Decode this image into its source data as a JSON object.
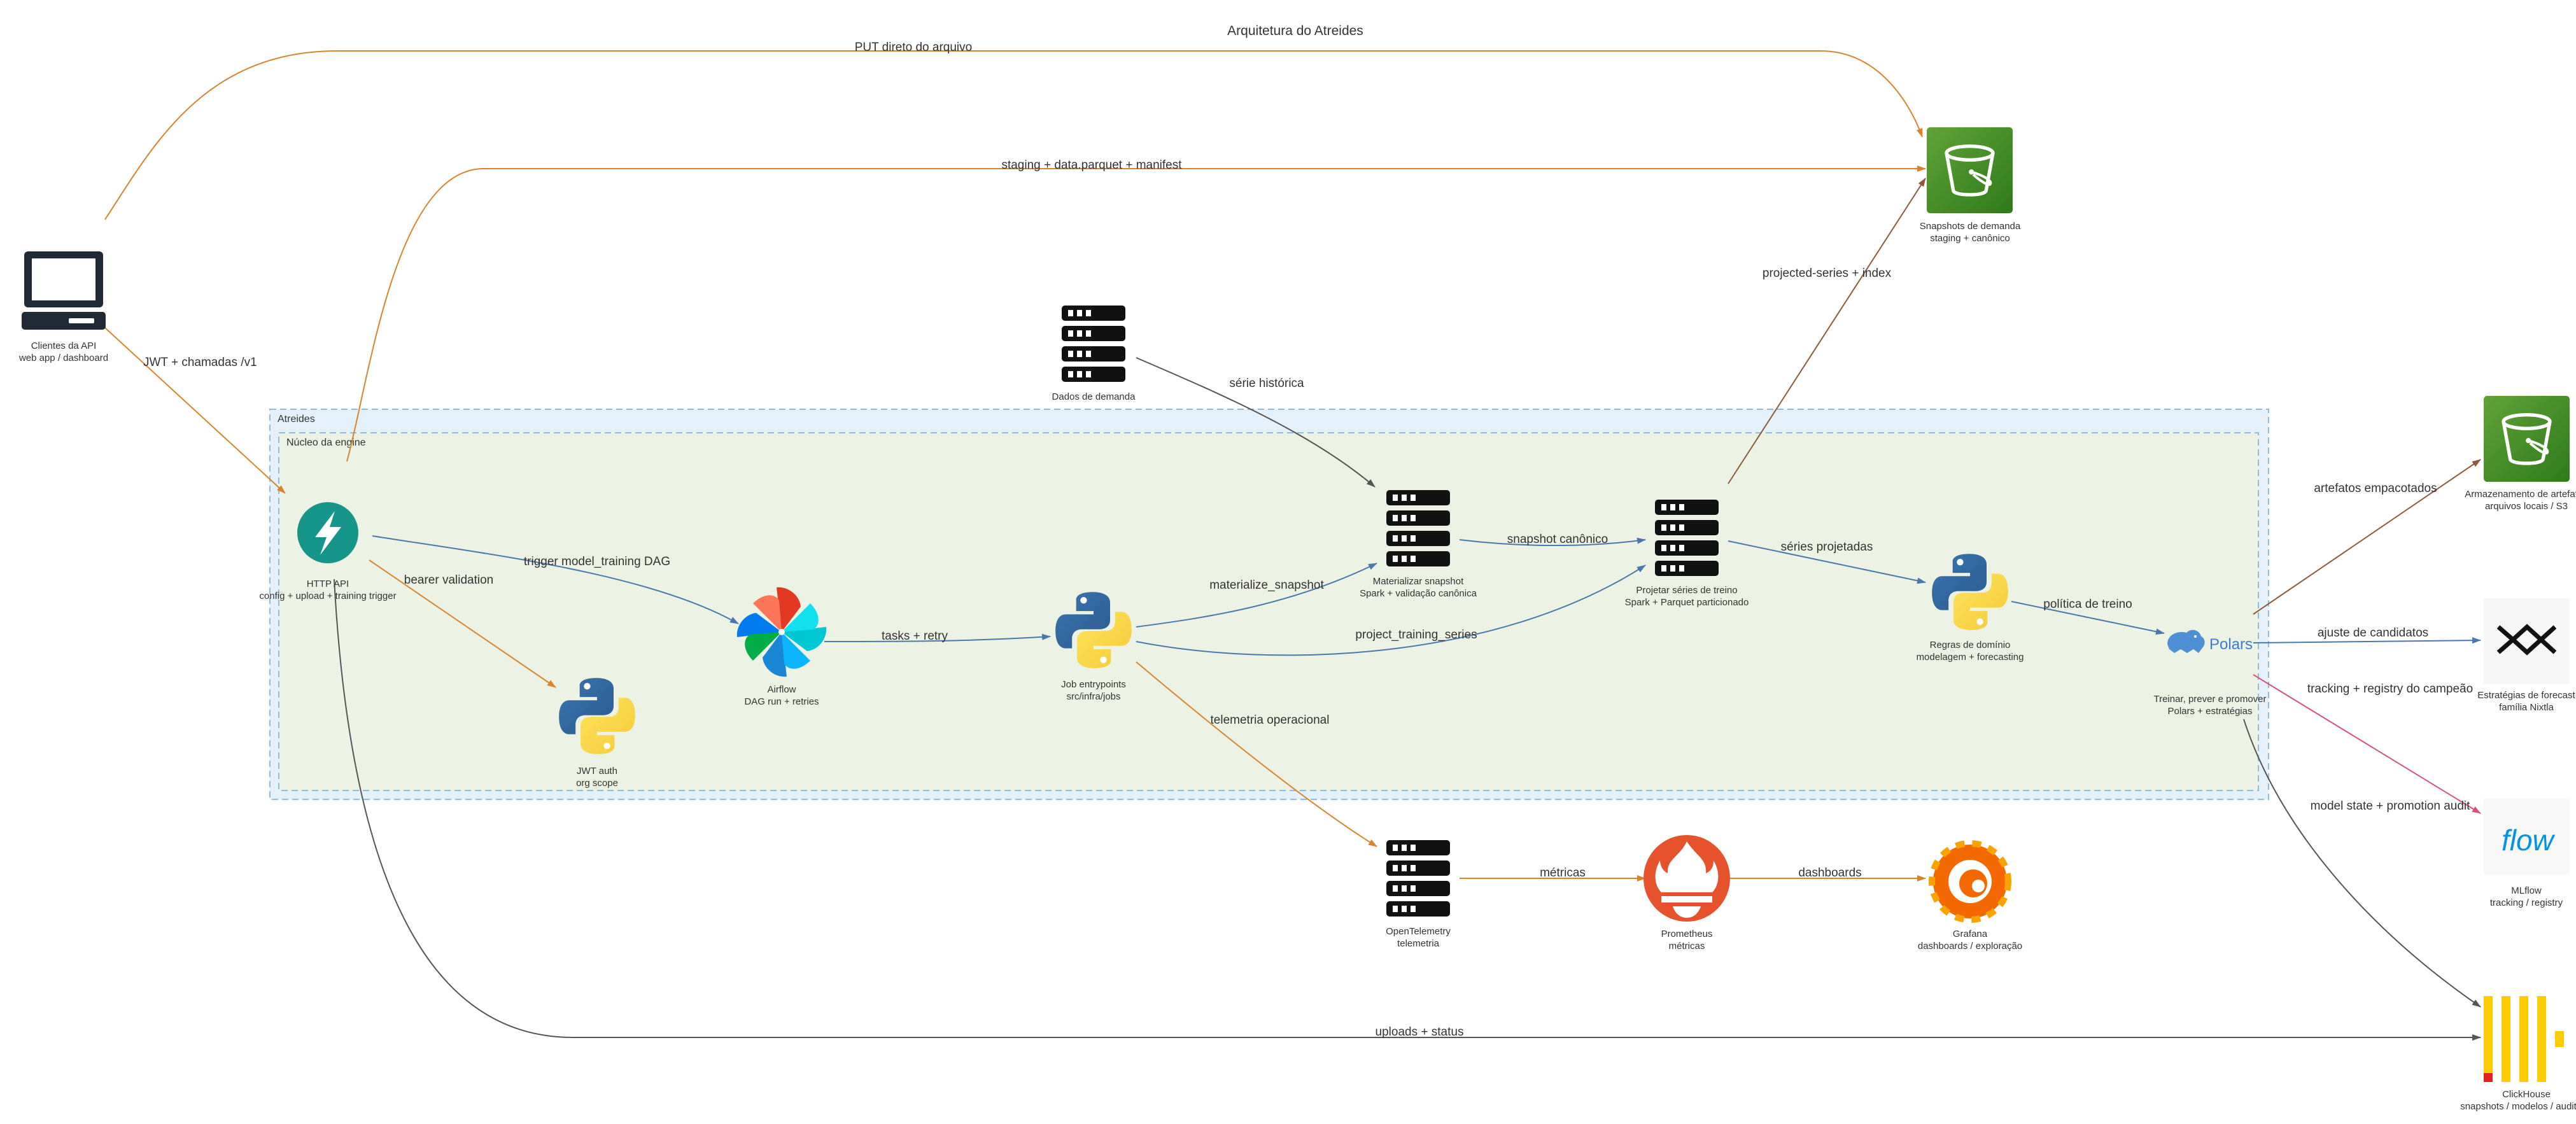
{
  "title": "Arquitetura do Atreides",
  "clusters": {
    "outer": {
      "label": "Atreides"
    },
    "inner": {
      "label": "Núcleo da engine"
    }
  },
  "nodes": {
    "clients": {
      "line1": "Clientes da API",
      "line2": "web app / dashboard",
      "icon": "laptop-icon"
    },
    "http_api": {
      "line1": "HTTP API",
      "line2": "config + upload + training trigger",
      "icon": "fastapi-bolt-icon",
      "color": "#16958A"
    },
    "jwt": {
      "line1": "JWT auth",
      "line2": "org scope",
      "icon": "python-icon"
    },
    "airflow": {
      "line1": "Airflow",
      "line2": "DAG run + retries",
      "icon": "airflow-pinwheel-icon"
    },
    "jobs": {
      "line1": "Job entrypoints",
      "line2": "src/infra/jobs",
      "icon": "python-icon"
    },
    "demand": {
      "line1": "Dados de demanda",
      "line2": "",
      "icon": "server-icon"
    },
    "materialize": {
      "line1": "Materializar snapshot",
      "line2": "Spark + validação canônica",
      "icon": "server-icon"
    },
    "project": {
      "line1": "Projetar séries de treino",
      "line2": "Spark + Parquet particionado",
      "icon": "server-icon"
    },
    "rules": {
      "line1": "Regras de domínio",
      "line2": "modelagem + forecasting",
      "icon": "python-icon"
    },
    "polars": {
      "line1": "Treinar, prever e promover",
      "line2": "Polars + estratégias",
      "icon": "polars-bear-icon",
      "text": "Polars"
    },
    "s3_snap": {
      "line1": "Snapshots de demanda",
      "line2": "staging + canônico",
      "icon": "s3-bucket-icon",
      "color": "#3F8624"
    },
    "s3_art": {
      "line1": "Armazenamento de artefatos",
      "line2": "arquivos locais / S3",
      "icon": "s3-bucket-icon",
      "color": "#3F8624"
    },
    "nixtla": {
      "line1": "Estratégias de forecast",
      "line2": "família Nixtla",
      "icon": "nixtla-icon"
    },
    "mlflow": {
      "line1": "MLflow",
      "line2": "tracking / registry",
      "icon": "mlflow-icon",
      "text": "flow"
    },
    "clickhouse": {
      "line1": "ClickHouse",
      "line2": "snapshots / modelos / auditoria",
      "icon": "clickhouse-bars-icon",
      "color": "#FFCC01"
    },
    "otel": {
      "line1": "OpenTelemetry",
      "line2": "telemetria",
      "icon": "server-icon"
    },
    "prometheus": {
      "line1": "Prometheus",
      "line2": "métricas",
      "icon": "prometheus-torch-icon",
      "color": "#E6522C"
    },
    "grafana": {
      "line1": "Grafana",
      "line2": "dashboards / exploração",
      "icon": "grafana-swirl-icon",
      "color": "#F46800"
    }
  },
  "edges": {
    "put_direct": "PUT direto do arquivo",
    "staging": "staging + data.parquet + manifest",
    "jwt_calls": "JWT + chamadas /v1",
    "trigger": "trigger model_training DAG",
    "bearer": "bearer validation",
    "tasks": "tasks + retry",
    "historic": "série histórica",
    "materialize": "materialize_snapshot",
    "canonical": "snapshot canônico",
    "project": "project_training_series",
    "projected": "projected-series + index",
    "series": "séries projetadas",
    "policy": "política de treino",
    "packaged": "artefatos empacotados",
    "fit": "ajuste de candidatos",
    "tracking": "tracking + registry do campeão",
    "model_state": "model state + promotion audit",
    "telemetry": "telemetria operacional",
    "metrics": "métricas",
    "dashboards": "dashboards",
    "uploads": "uploads + status"
  },
  "colors": {
    "orange_edge": "#D9842B",
    "blue_edge": "#4A78AC",
    "gray_edge": "#555555",
    "pink_edge": "#D9507A",
    "outer_cluster": "#E4F1FA",
    "inner_cluster": "#ECF3E4"
  }
}
